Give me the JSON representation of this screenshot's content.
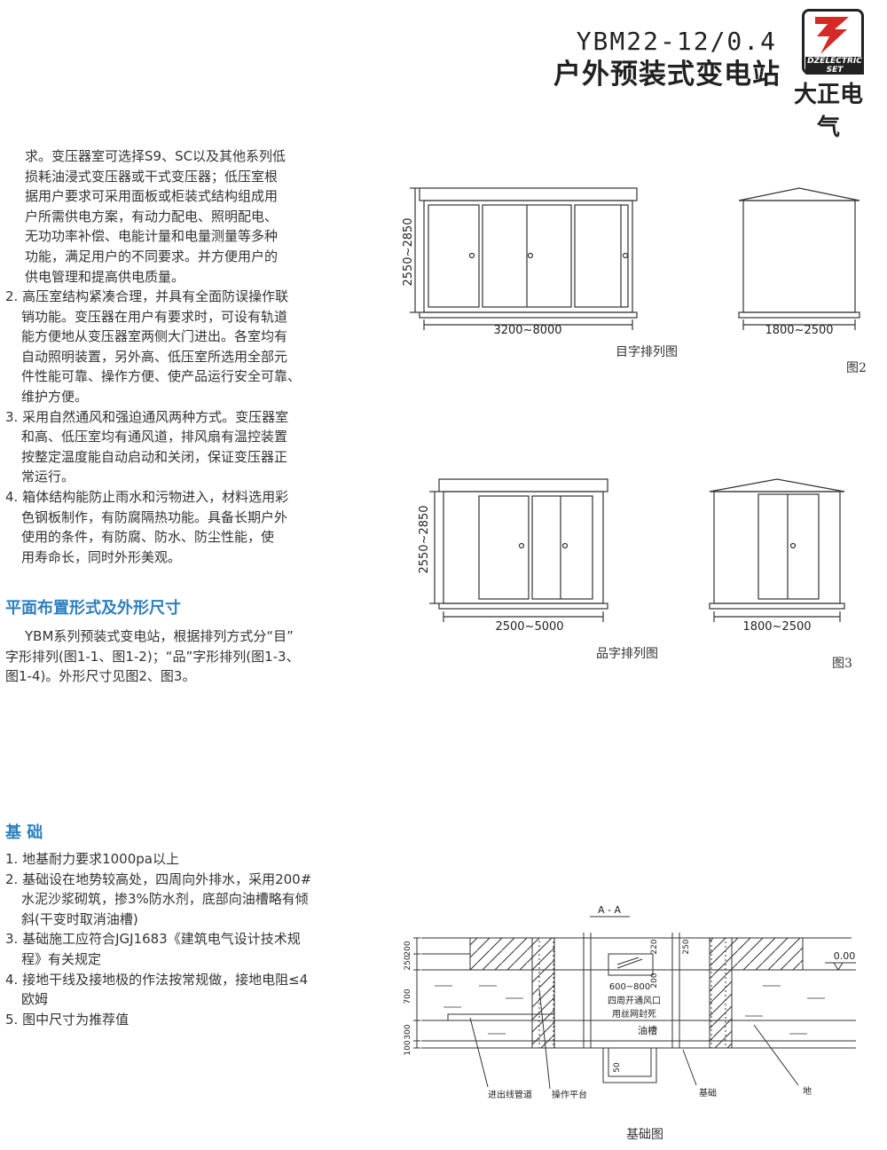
{
  "header": {
    "model": "YBM22-12/0.4",
    "title": "户外预装式变电站",
    "logo_text": "DZELECTRIC SET",
    "brand": "大正电气"
  },
  "intro_lines": [
    "求。变压器室可选择S9、SC以及其他系列低",
    "损耗油浸式变压器或干式变压器；低压室根",
    "据用户要求可采用面板或柜装式结构组成用",
    "户所需供电方案，有动力配电、照明配电、",
    "无功功率补偿、电能计量和电量测量等多种",
    "功能，满足用户的不同要求。并方便用户的",
    "供电管理和提高供电质量。"
  ],
  "features": [
    [
      "2. 高压室结构紧凑合理，并具有全面防误操作联",
      "销功能。变压器在用户有要求时，可设有轨道",
      "能方便地从变压器室两侧大门进出。各室均有",
      "自动照明装置，另外高、低压室所选用全部元",
      "件性能可靠、操作方便、使产品运行安全可靠、",
      "维护方便。"
    ],
    [
      "3. 采用自然通风和强迫通风两种方式。变压器室",
      "和高、低压室均有通风道，排风扇有温控装置",
      "按整定温度能自动启动和关闭，保证变压器正",
      "常运行。"
    ],
    [
      "4. 箱体结构能防止雨水和污物进入，材料选用彩",
      "色钢板制作，有防腐隔热功能。具备长期户外",
      "使用的条件，有防腐、防水、防尘性能，使",
      "用寿命长，同时外形美观。"
    ]
  ],
  "layout_section": {
    "title": "平面布置形式及外形尺寸",
    "lines": [
      "YBM系列预装式变电站，根据排列方式分“目”",
      "字形排列(图1-1、图1-2)；“品”字形排列(图1-3、",
      "图1-4)。外形尺寸见图2、图3。"
    ]
  },
  "foundation_section": {
    "title": "基 础",
    "items": [
      [
        "1. 地基耐力要求1000pa以上"
      ],
      [
        "2. 基础设在地势较高处，四周向外排水，采用200#",
        "水泥沙浆砌筑，掺3%防水剂，底部向油槽略有倾",
        "斜(干变时取消油槽)"
      ],
      [
        "3. 基础施工应符合JGJ1683《建筑电气设计技术规",
        "程》有关规定"
      ],
      [
        "4. 接地干线及接地极的作法按常规做，接地电阻≤4",
        "欧姆"
      ],
      [
        "5. 图中尺寸为推荐值"
      ]
    ]
  },
  "fig2": {
    "height_dim": "2550~2850",
    "width_dim": "3200~8000",
    "side_width_dim": "1800~2500",
    "caption": "目字排列图",
    "label": "图2"
  },
  "fig3": {
    "height_dim": "2550~2850",
    "width_dim": "2500~5000",
    "side_width_dim": "1800~2500",
    "caption": "品字排列图",
    "label": "图3"
  },
  "foundation_drawing": {
    "section_label": "A - A",
    "dims_left": [
      "200",
      "250",
      "700",
      "300",
      "100"
    ],
    "dim_220": "220",
    "dim_250": "250",
    "dim_200": "200",
    "dim_50": "50",
    "dim_vent": "600~800",
    "level": "0.00",
    "note_vent_1": "四周开通风口",
    "note_vent_2": "用丝网封死",
    "oil_tank": "油槽",
    "callouts": [
      "进出线管道",
      "操作平台",
      "基础",
      "地"
    ],
    "caption": "基础图"
  }
}
